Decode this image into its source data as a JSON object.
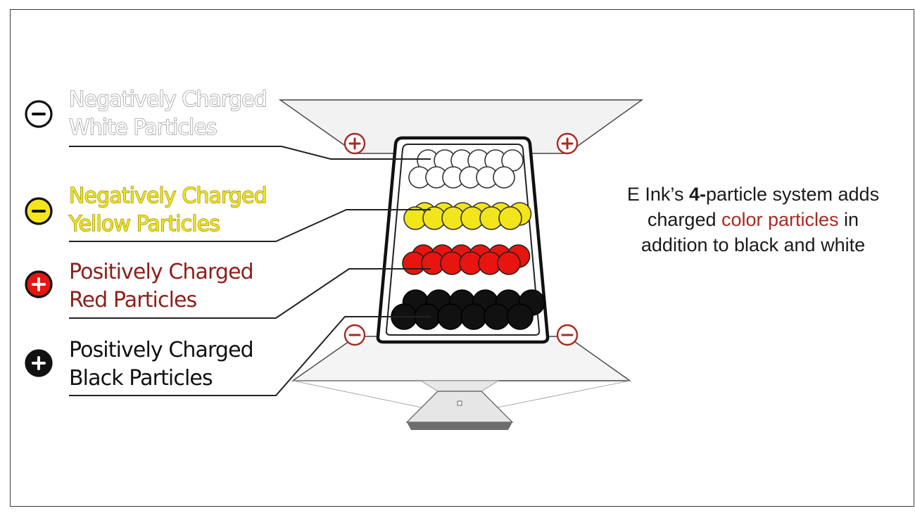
{
  "labels": {
    "white": {
      "line1": "Negatively Charged",
      "line2": "White Particles",
      "charge": "negative",
      "color": "#ffffff"
    },
    "yellow": {
      "line1": "Negatively Charged",
      "line2": "Yellow Particles",
      "charge": "negative",
      "color": "#f2e51c"
    },
    "red": {
      "line1": "Positively Charged",
      "line2": "Red Particles",
      "charge": "positive",
      "color": "#e8140f"
    },
    "black": {
      "line1": "Positively Charged",
      "line2": "Black Particles",
      "charge": "positive",
      "color": "#111111"
    }
  },
  "caption": {
    "part1": "E Ink’s ",
    "bold": "4-",
    "part2": "particle system adds charged ",
    "accent_text": "color particles",
    "part3": " in addition to black and white"
  },
  "electrodes": {
    "top_charge": "positive",
    "bottom_charge": "negative"
  },
  "colors": {
    "accent": "#a82a22",
    "electrode_symbol": "#a82a22",
    "red_label_text": "#8e1f1a"
  },
  "icons": {
    "minus": "minus-circle-icon",
    "plus": "plus-circle-icon"
  }
}
